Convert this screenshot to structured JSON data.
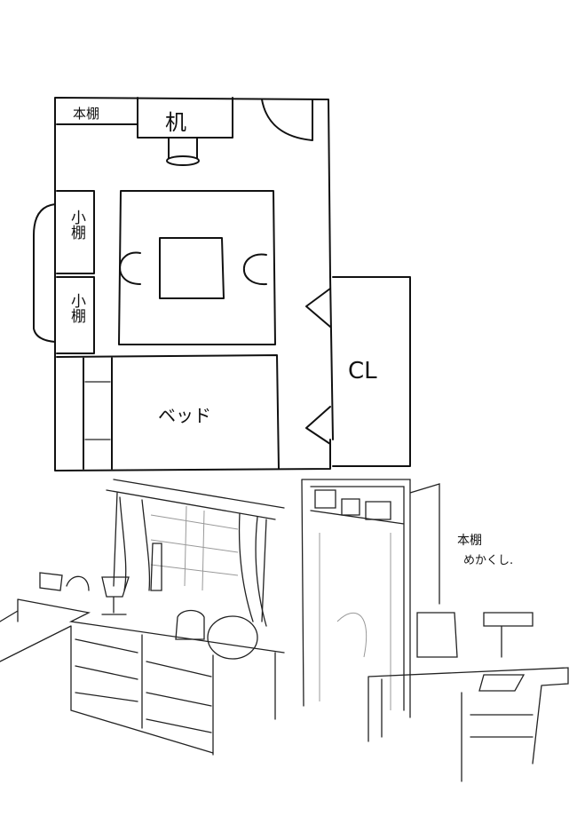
{
  "floor_plan": {
    "bookshelf": "本棚",
    "desk": "机",
    "small_shelf_1": "小棚",
    "small_shelf_2": "小棚",
    "closet": "CL",
    "bed": "ベッド"
  },
  "perspective": {
    "note_line1": "本棚",
    "note_line2": "めかくし."
  }
}
